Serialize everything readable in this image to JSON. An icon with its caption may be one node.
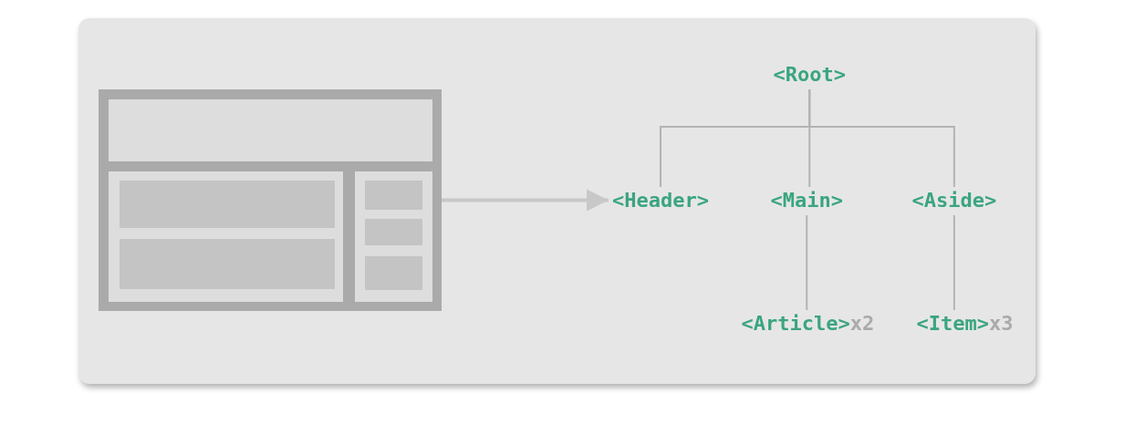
{
  "diagram": {
    "nodes": [
      {
        "text": [],
        "shape": "picture"
      },
      {
        "text": [
          "<Root>"
        ]
      },
      {
        "text": [
          "<Header>"
        ]
      },
      {
        "text": [
          "<Main>"
        ]
      },
      {
        "text": [
          "<Aside>"
        ]
      },
      {
        "text": [
          "<Article>"
        ],
        "beside": [
          "x2"
        ]
      },
      {
        "text": [
          "<Item>"
        ],
        "beside": [
          "x3"
        ]
      }
    ],
    "edges": [
      {
        "from": 0,
        "to": 2,
        "arrow": "to",
        "style": "thick",
        "color": "#c8c8c8"
      },
      {
        "from": 1,
        "to": 2,
        "arrow": "none"
      },
      {
        "from": 1,
        "to": 3,
        "arrow": "none"
      },
      {
        "from": 1,
        "to": 4,
        "arrow": "none"
      },
      {
        "from": 3,
        "to": 5,
        "arrow": "none"
      },
      {
        "from": 4,
        "to": 6,
        "arrow": "none"
      }
    ]
  }
}
